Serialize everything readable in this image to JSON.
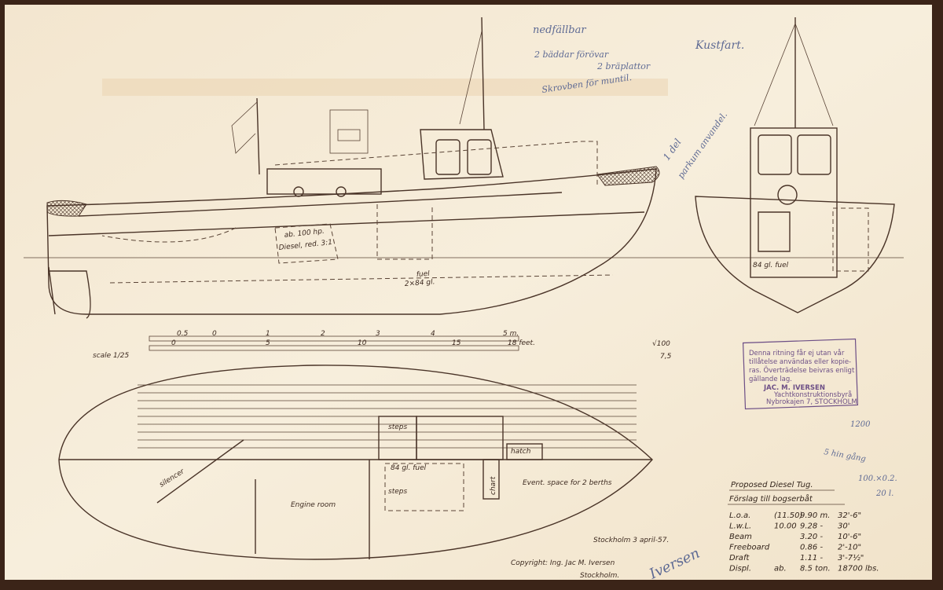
{
  "drawing": {
    "title_en": "Proposed Diesel Tug.",
    "title_sv": "Förslag till bogserbåt",
    "scale_label": "scale 1/25",
    "scale_metric": [
      "0.5",
      "0",
      "1",
      "2",
      "3",
      "4",
      "5 m."
    ],
    "scale_feet": [
      "0",
      "5",
      "10",
      "15",
      "18 feet."
    ],
    "ratio_top": "√100",
    "ratio_bottom": "7,5",
    "place_date": "Stockholm 3 april-57.",
    "copyright_line1": "Copyright: Ing. Jac M. Iversen",
    "copyright_line2": "Stockholm.",
    "signature": "Iversen"
  },
  "profile_labels": {
    "engine": "ab. 100 hp.",
    "engine2": "Diesel, red. 3:1",
    "fuel": "fuel",
    "fuel2": "2×84 gl."
  },
  "section_labels": {
    "fuel": "84 gl. fuel"
  },
  "plan_labels": {
    "silencer": "silencer",
    "steps1": "steps",
    "steps2": "steps",
    "fuel": "84 gl. fuel",
    "hatch": "hatch",
    "chart": "chart",
    "engine_room": "Engine room",
    "berths": "Event. space for 2 berths"
  },
  "pencil_notes": {
    "note1": "nedfällbar",
    "note2": "2 bäddar  förövar",
    "note3": "2 bräplattor",
    "note4": "Skrovben för muntil.",
    "note5": "Kustfart.",
    "note6": "1 del",
    "note7": "parkum anvandel.",
    "n1200": "1200",
    "n_gang": "5 hin gång",
    "n_calc": "100.×0.2.",
    "n_201": "20 l."
  },
  "stamp": {
    "line1": "Denna ritning får ej utan vår",
    "line2": "tillåtelse användas eller kopie-",
    "line3": "ras. Överträdelse beivras enligt",
    "line4": "gällande lag.",
    "firm": "JAC. M. IVERSEN",
    "sub": "Yachtkonstruktionsbyrå",
    "address": "Nybrokajen 7, STOCKHOLM"
  },
  "specs": [
    {
      "name": "L.o.a.",
      "note": "(11.50)",
      "metric": "9.90 m.",
      "imperial": "32'-6\""
    },
    {
      "name": "L.w.L.",
      "note": "10.00",
      "metric": "9.28 -",
      "imperial": "30'"
    },
    {
      "name": "Beam",
      "note": "",
      "metric": "3.20 -",
      "imperial": "10'-6\""
    },
    {
      "name": "Freeboard",
      "note": "",
      "metric": "0.86 -",
      "imperial": "2'-10\""
    },
    {
      "name": "Draft",
      "note": "",
      "metric": "1.11 -",
      "imperial": "3'-7½\""
    },
    {
      "name": "Displ.",
      "note": "ab.",
      "metric": "8.5 ton.",
      "imperial": "18700 lbs."
    }
  ],
  "colors": {
    "paper": "#f6ecd9",
    "ink": "#4a3428",
    "pencil": "#5e6a94",
    "stamp": "#6d4f86",
    "frame": "#3b2418"
  }
}
